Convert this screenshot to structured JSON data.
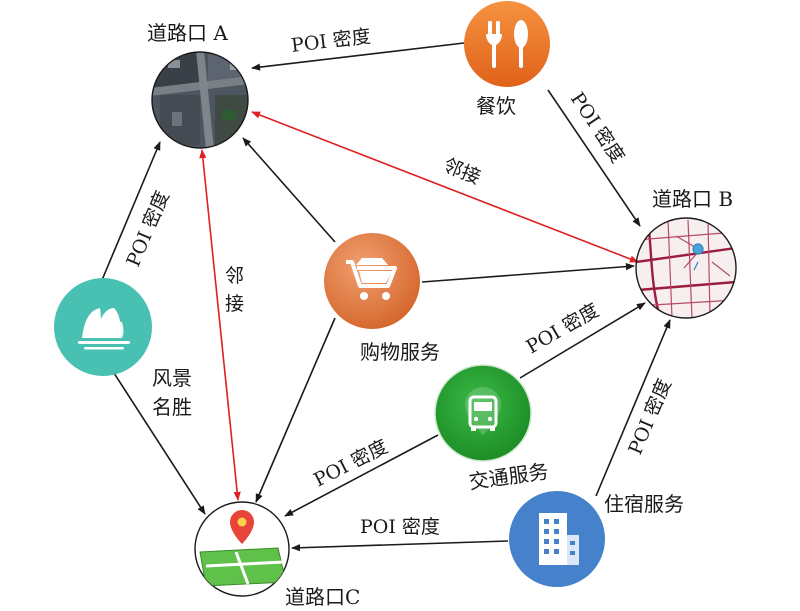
{
  "nodes": {
    "intersection_a": {
      "label": "道路口 A"
    },
    "intersection_b": {
      "label": "道路口 B"
    },
    "intersection_c": {
      "label": "道路口C"
    },
    "dining": {
      "label": "餐饮"
    },
    "shopping": {
      "label": "购物服务"
    },
    "scenic": {
      "label_line1": "风景",
      "label_line2": "名胜"
    },
    "transport": {
      "label": "交通服务"
    },
    "lodging": {
      "label": "住宿服务"
    }
  },
  "edges": {
    "poi_density": "POI 密度",
    "adjacency": "邻接",
    "adjacency_line1": "邻",
    "adjacency_line2": "接"
  },
  "icons": {
    "dining": "fork-spoon-icon",
    "shopping": "shopping-basket-icon",
    "scenic": "sail-landmark-icon",
    "transport": "bus-icon",
    "lodging": "building-icon",
    "intersection_a": "satellite-image-icon",
    "intersection_b": "street-map-icon",
    "intersection_c": "map-pin-icon"
  },
  "colors": {
    "dining": "#f07d2a",
    "shopping": "#e27b3c",
    "scenic": "#48c0b2",
    "transport": "#1f9e2e",
    "lodging": "#4682cc",
    "poi_edge": "#1a1a1a",
    "adjacency_edge": "#e02020"
  }
}
